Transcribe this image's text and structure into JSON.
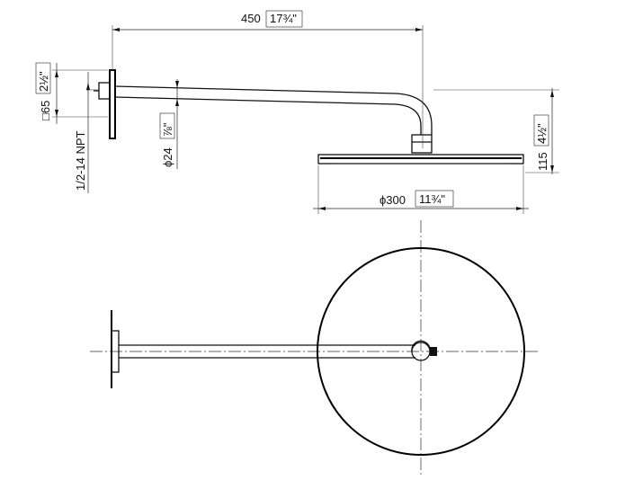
{
  "dimensions": {
    "arm_length": {
      "metric": "450",
      "imperial": "17¾\""
    },
    "flange_size": {
      "metric": "□65",
      "imperial": "2½\""
    },
    "thread": {
      "label": "1/2-14 NPT"
    },
    "pipe_diameter": {
      "metric": "ϕ24",
      "imperial": "⅞\""
    },
    "head_diameter": {
      "metric": "ϕ300",
      "imperial": "11¾\""
    },
    "drop_height": {
      "metric": "115",
      "imperial": "4½\""
    }
  }
}
